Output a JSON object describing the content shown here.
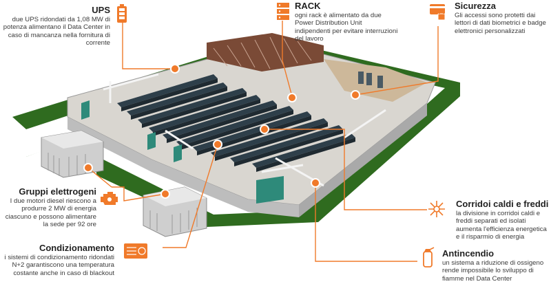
{
  "callouts": {
    "ups": {
      "title": "UPS",
      "text": "due UPS ridondati da 1,08 MW di potenza alimentano il Data Center in caso di mancanza nella fornitura di corrente",
      "icon": "battery-icon"
    },
    "rack": {
      "title": "RACK",
      "text": "ogni rack è alimentato da due Power Distribution Unit indipendenti per evitare interruzioni del lavoro",
      "icon": "server-rack-icon"
    },
    "sicurezza": {
      "title": "Sicurezza",
      "text": "Gli accessi sono protetti dai lettori di dati biometrici e badge elettronici personalizzati",
      "icon": "badge-lock-icon"
    },
    "gruppi": {
      "title": "Gruppi elettrogeni",
      "text": "I due motori diesel riescono a produrre 2 MW di energia ciascuno e possono alimentare la sede per 92 ore",
      "icon": "engine-icon"
    },
    "corridoi": {
      "title": "Corridoi caldi e freddi",
      "text": "la divisione in corridoi caldi e freddi separati ed isolati aumenta l'efficienza energetica e il risparmio di energia",
      "icon": "hot-cold-icon"
    },
    "condizionamento": {
      "title": "Condizionamento",
      "text": "i sistemi di condizionamento ridondati N+2 garantiscono una temperatura costante anche in caso di blackout",
      "icon": "air-conditioning-icon"
    },
    "antincendio": {
      "title": "Antincendio",
      "text": "un sistema a riduzione di ossigeno rende impossibile lo sviluppo di fiamme nel Data Center",
      "icon": "fire-extinguisher-icon"
    }
  },
  "colors": {
    "accent": "#f07a2a",
    "grass": "#2f6b1f",
    "wall": "#e6e6e6",
    "rack": "#2e3f4a",
    "teal": "#2e8a7a"
  }
}
